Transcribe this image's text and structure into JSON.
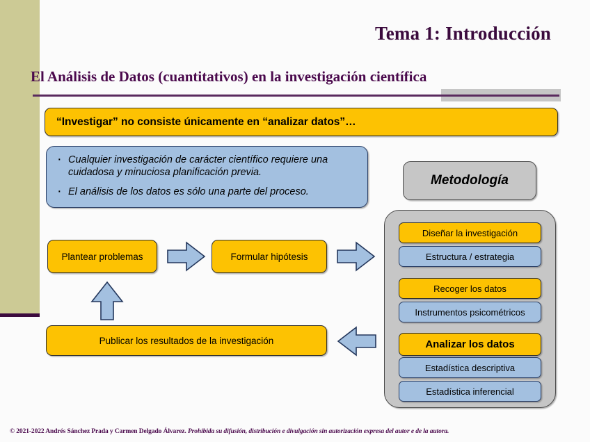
{
  "slide": {
    "title": "Tema 1: Introducción",
    "subtitle": "El Análisis de Datos (cuantitativos) en la investigación científica"
  },
  "banner": {
    "text": "“Investigar” no consiste únicamente en “analizar datos”…"
  },
  "info_box": {
    "bullets": [
      "Cualquier investigación de carácter científico requiere una cuidadosa y minuciosa planificación previa.",
      "El análisis de los datos es sólo una parte del proceso."
    ]
  },
  "flow": {
    "plantear": "Plantear problemas",
    "formular": "Formular hipótesis",
    "publicar": "Publicar los resultados de la investigación"
  },
  "methodology": {
    "heading": "Metodología",
    "steps": [
      {
        "label": "Diseñar la investigación",
        "kind": "yellow"
      },
      {
        "label": "Estructura / estrategia",
        "kind": "blue"
      },
      {
        "label": "Recoger los datos",
        "kind": "yellow"
      },
      {
        "label": "Instrumentos psicométricos",
        "kind": "blue"
      },
      {
        "label": "Analizar los datos",
        "kind": "yellow-strong"
      },
      {
        "label": "Estadística descriptiva",
        "kind": "blue"
      },
      {
        "label": "Estadística inferencial",
        "kind": "blue"
      }
    ]
  },
  "footer": {
    "copyright": "© 2021-2022 Andrés Sánchez Prada y Carmen Delgado Álvarez.",
    "legal": "Prohibida su difusión, distribución e divulgación sin autorización expresa del autor e de la autora."
  },
  "colors": {
    "accent_purple": "#3b0a3d",
    "band_olive": "#ccca95",
    "yellow": "#fdc202",
    "blue": "#a3c0e0",
    "grey": "#c6c6c6"
  }
}
